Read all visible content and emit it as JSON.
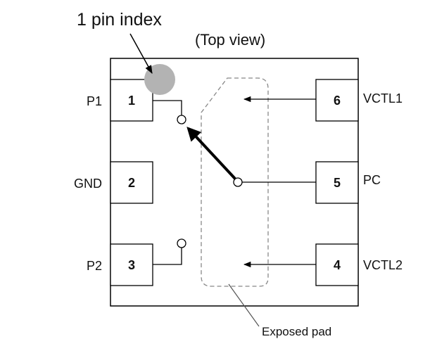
{
  "index_label": "1 pin index",
  "view_label": "(Top view)",
  "exposed_pad_label": "Exposed pad",
  "index_mark_color": "#b3b3b3",
  "pins": [
    {
      "number": "1",
      "name": "P1"
    },
    {
      "number": "2",
      "name": "GND"
    },
    {
      "number": "3",
      "name": "P2"
    },
    {
      "number": "4",
      "name": "VCTL2"
    },
    {
      "number": "5",
      "name": "PC"
    },
    {
      "number": "6",
      "name": "VCTL1"
    }
  ]
}
